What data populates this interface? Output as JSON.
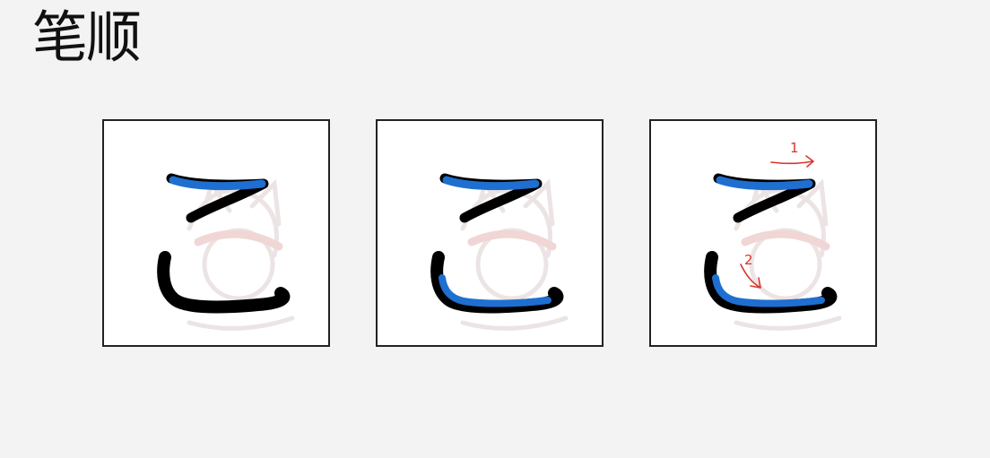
{
  "title": "笔顺",
  "colors": {
    "stroke_black": "#000000",
    "stroke_blue": "#1f6fd1",
    "order_arrow_red": "#d9342b",
    "watermark": "#e9e2e2",
    "panel_border": "#222222",
    "background": "#f3f3f3"
  },
  "panels": [
    {
      "step": 1,
      "highlight": "stroke-1",
      "order_numbers": []
    },
    {
      "step": 2,
      "highlight": "stroke-1-and-2",
      "order_numbers": []
    },
    {
      "step": 3,
      "highlight": "stroke-1-and-2",
      "order_numbers": [
        "1",
        "2"
      ]
    }
  ]
}
